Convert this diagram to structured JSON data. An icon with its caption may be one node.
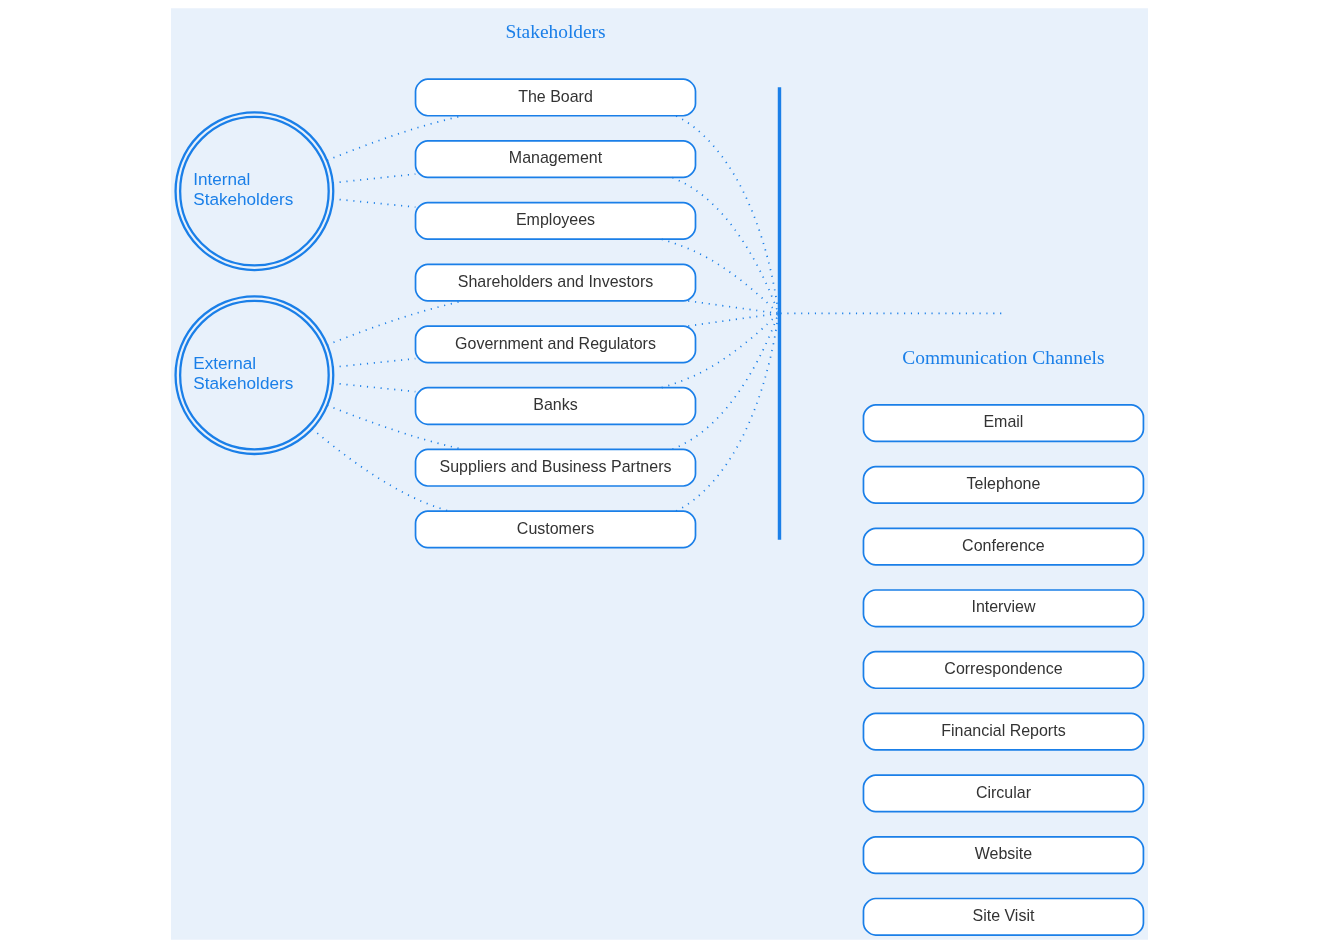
{
  "diagram": {
    "nodes": [
      {
        "text": [
          "Internal Stakeholders"
        ]
      },
      {
        "text": [
          "External Stakeholders"
        ]
      },
      {
        "text": [
          "The Board"
        ]
      },
      {
        "text": [
          "Management"
        ]
      },
      {
        "text": [
          "Employees"
        ]
      },
      {
        "text": [
          "Shareholders and Investors"
        ]
      },
      {
        "text": [
          "Government and Regulators"
        ]
      },
      {
        "text": [
          "Banks"
        ]
      },
      {
        "text": [
          "Suppliers and Business Partners"
        ]
      },
      {
        "text": [
          "Customers"
        ]
      },
      {
        "text": [],
        "shape": "bar"
      },
      {
        "text": [
          "Email"
        ]
      },
      {
        "text": [
          "Telephone"
        ]
      },
      {
        "text": [
          "Conference"
        ]
      },
      {
        "text": [
          "Interview"
        ]
      },
      {
        "text": [
          "Correspondence"
        ]
      },
      {
        "text": [
          "Financial Reports"
        ]
      },
      {
        "text": [
          "Circular"
        ]
      },
      {
        "text": [
          "Website"
        ]
      },
      {
        "text": [
          "Site Visit"
        ]
      }
    ],
    "edges": [
      {
        "from": 0,
        "to": 2,
        "arrow": "none"
      },
      {
        "from": 0,
        "to": 3,
        "arrow": "none"
      },
      {
        "from": 0,
        "to": 4,
        "arrow": "none"
      },
      {
        "from": 1,
        "to": 5,
        "arrow": "none"
      },
      {
        "from": 1,
        "to": 6,
        "arrow": "none"
      },
      {
        "from": 1,
        "to": 7,
        "arrow": "none"
      },
      {
        "from": 1,
        "to": 8,
        "arrow": "none"
      },
      {
        "from": 1,
        "to": 9,
        "arrow": "none"
      },
      {
        "from": 2,
        "to": 10,
        "arrow": "none"
      },
      {
        "from": 3,
        "to": 10,
        "arrow": "none"
      },
      {
        "from": 4,
        "to": 10,
        "arrow": "none"
      },
      {
        "from": 5,
        "to": 10,
        "arrow": "none"
      },
      {
        "from": 6,
        "to": 10,
        "arrow": "none"
      },
      {
        "from": 7,
        "to": 10,
        "arrow": "none"
      },
      {
        "from": 8,
        "to": 10,
        "arrow": "none"
      },
      {
        "from": 9,
        "to": 10,
        "arrow": "none"
      },
      {
        "from": 10,
        "to": null,
        "arrow": "none"
      }
    ],
    "labels": [
      "Stakeholders",
      "Communication Channels"
    ]
  }
}
